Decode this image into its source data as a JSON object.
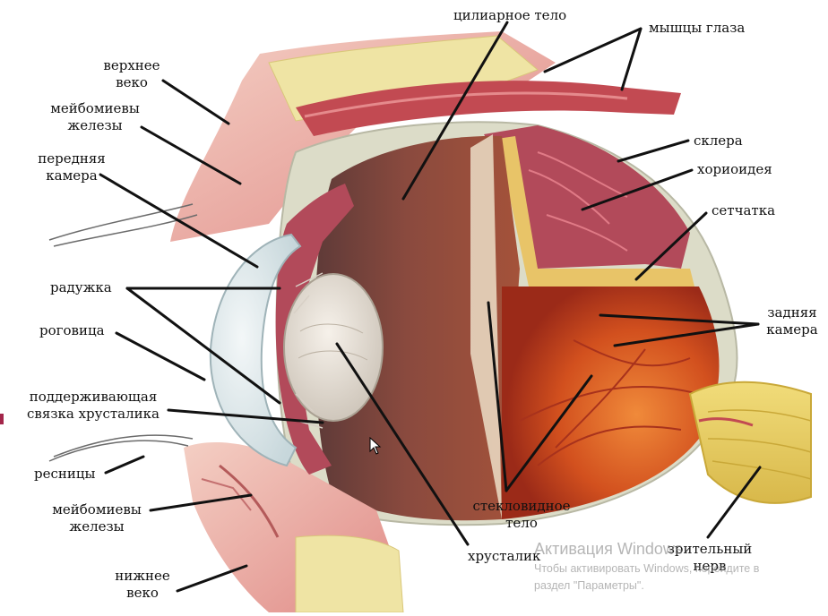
{
  "labels": {
    "upper_eyelid": [
      "верхнее",
      "веко"
    ],
    "meibomian_upper": [
      "мейбомиевы",
      "железы"
    ],
    "anterior_chamber": [
      "передняя",
      "камера"
    ],
    "iris": "радужка",
    "cornea": "роговица",
    "zonule": [
      "поддерживающая",
      "связка хрусталика"
    ],
    "eyelashes": "ресницы",
    "meibomian_lower": [
      "мейбомиевы",
      "железы"
    ],
    "lower_eyelid": [
      "нижнее",
      "веко"
    ],
    "ciliary_body": "цилиарное тело",
    "eye_muscles": "мышцы глаза",
    "sclera": "склера",
    "choroid": "хориоидея",
    "retina": "сетчатка",
    "posterior_chamber": [
      "задняя",
      "камера"
    ],
    "vitreous": [
      "стекловидное",
      "тело"
    ],
    "lens": "хрусталик",
    "optic_nerve": [
      "зрительный",
      "нерв"
    ]
  },
  "watermark": {
    "title": "Активация Windows",
    "line1": "Чтобы активировать Windows, перейдите в",
    "line2": "раздел \"Параметры\"."
  },
  "colors": {
    "sclera": "#dcdcc8",
    "choroid": "#b24a5a",
    "retina": "#e8c468",
    "fundus": "#d2501e",
    "eyelid": "#e9a99c",
    "fat": "#f0e6a0",
    "muscle": "#c24a52",
    "nerve": "#e8cf60",
    "cornea": "#dbe7ea",
    "lens": "#e9e2d8"
  }
}
